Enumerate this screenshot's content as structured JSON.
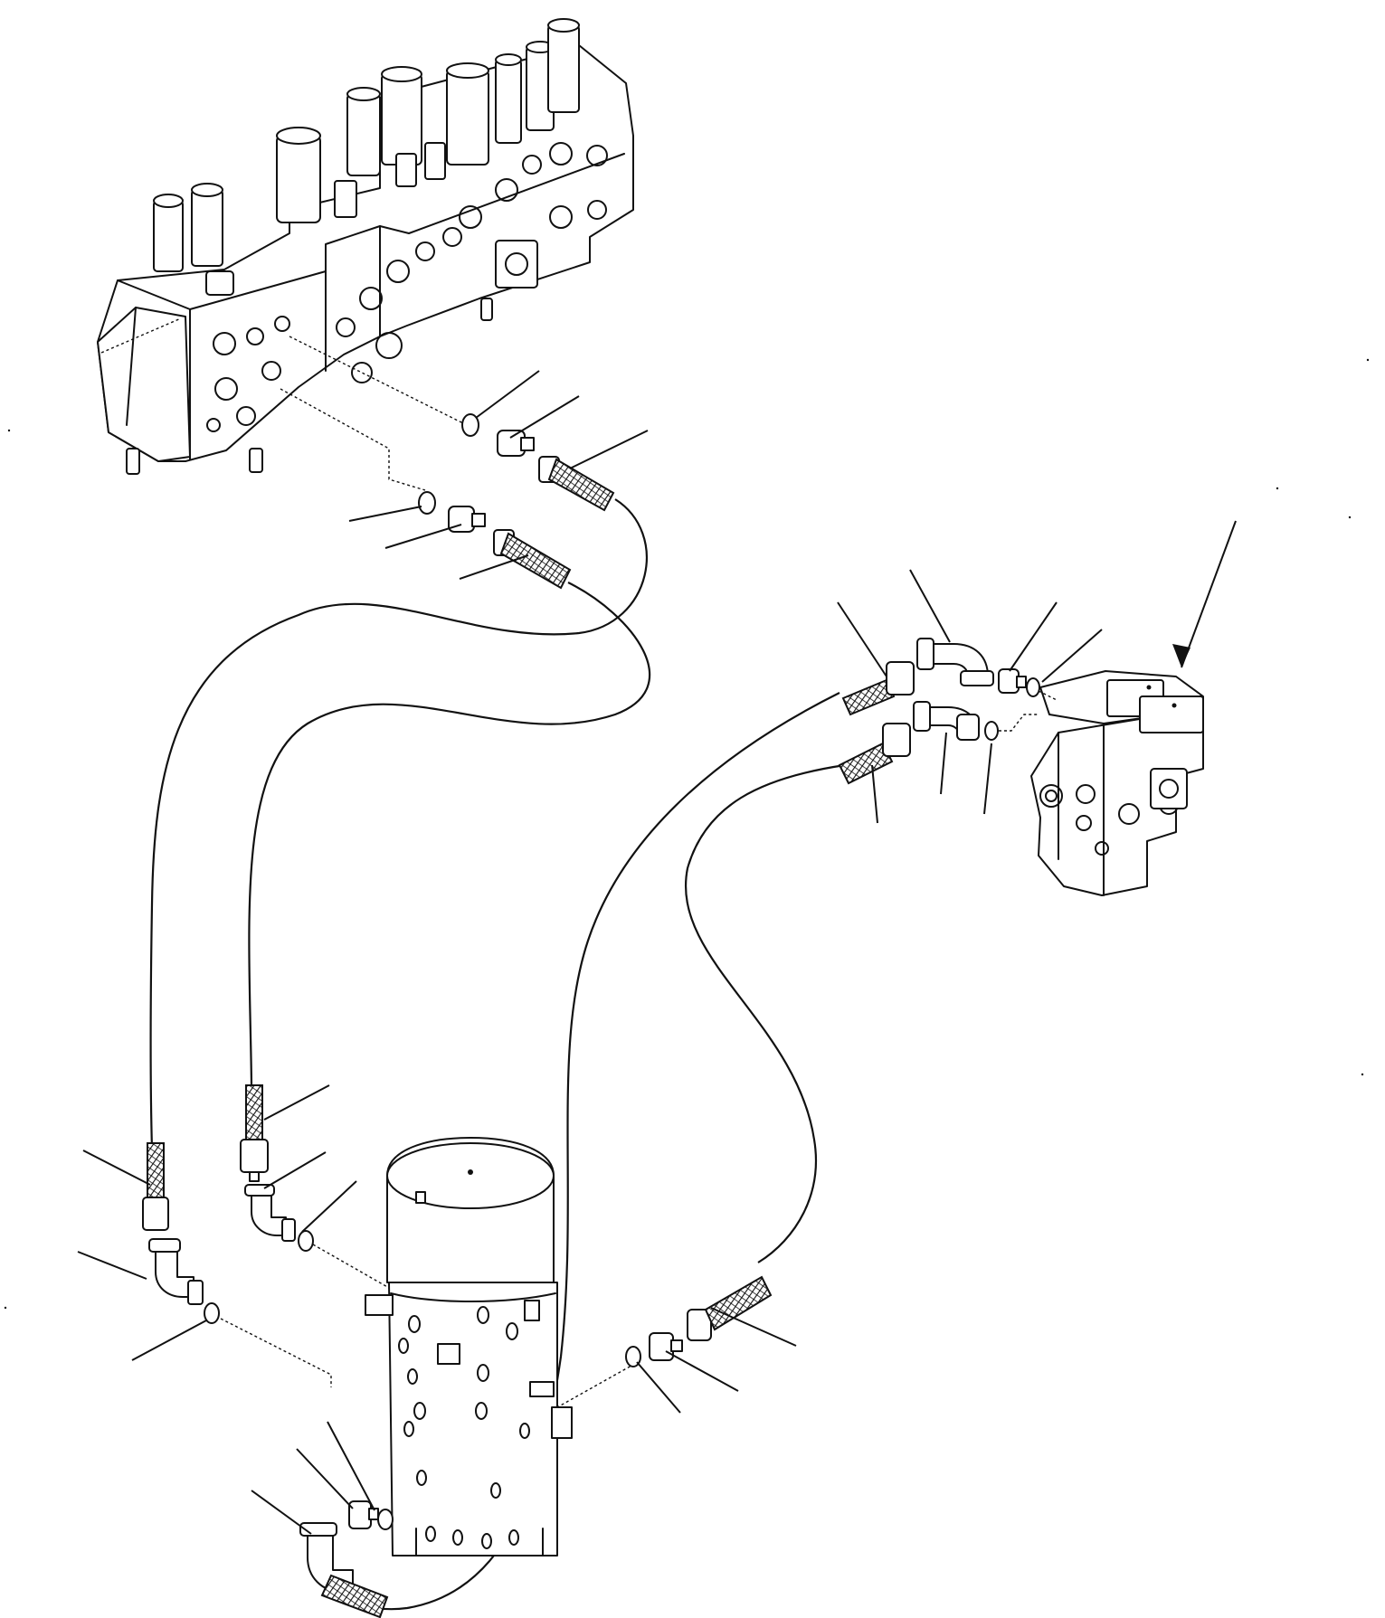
{
  "figure": {
    "kind": "exploded hydraulic piping diagram",
    "components": [
      {
        "id": "main-control-valve",
        "label": ""
      },
      {
        "id": "swivel-joint",
        "label": ""
      },
      {
        "id": "solenoid-valve-block",
        "label": ""
      }
    ],
    "callout_count": 24,
    "callout_texts": [],
    "colors": {
      "line": "#111111",
      "background": "#ffffff"
    }
  }
}
